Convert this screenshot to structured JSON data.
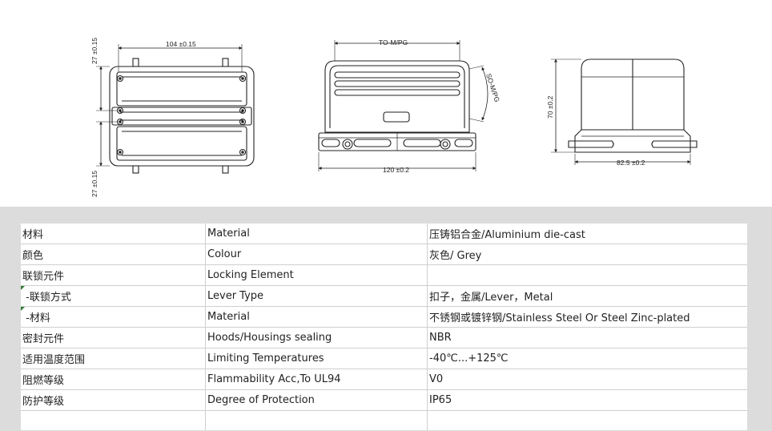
{
  "drawing": {
    "top_view": {
      "width_dim": "104 ±0.15",
      "top_dim": "27 ±0.15",
      "bottom_dim": "27 ±0.15"
    },
    "front_view": {
      "top_label": "TO-M/PG",
      "side_label": "SO-M/PG",
      "width_dim": "120 ±0.2"
    },
    "side_view": {
      "height_dim": "70 ±0.2",
      "width_dim": "82.5 ±0.2"
    }
  },
  "spec_table": {
    "rows": [
      {
        "cn": "材料",
        "en": "Material",
        "value": "压铸铝合金/Aluminium die-cast",
        "marked": false
      },
      {
        "cn": "颜色",
        "en": "Colour",
        "value": "灰色/ Grey",
        "marked": false
      },
      {
        "cn": "联锁元件",
        "en": "Locking Element",
        "value": "",
        "marked": false
      },
      {
        "cn": " -联锁方式",
        "en": "Lever Type",
        "value": "扣子，金属/Lever，Metal",
        "marked": true
      },
      {
        "cn": " -材料",
        "en": "Material",
        "value": "不锈钢或镀锌钢/Stainless Steel Or Steel Zinc-plated",
        "marked": true
      },
      {
        "cn": "密封元件",
        "en": "Hoods/Housings sealing",
        "value": "NBR",
        "marked": false
      },
      {
        "cn": "适用温度范围",
        "en": "Limiting Temperatures",
        "value": "-40℃...+125℃",
        "marked": false
      },
      {
        "cn": "阻燃等级",
        "en": "Flammability Acc,To UL94",
        "value": "V0",
        "marked": false
      },
      {
        "cn": "防护等级",
        "en": "Degree of Protection",
        "value": "IP65",
        "marked": false
      },
      {
        "cn": "",
        "en": "",
        "value": "",
        "marked": false
      }
    ]
  }
}
